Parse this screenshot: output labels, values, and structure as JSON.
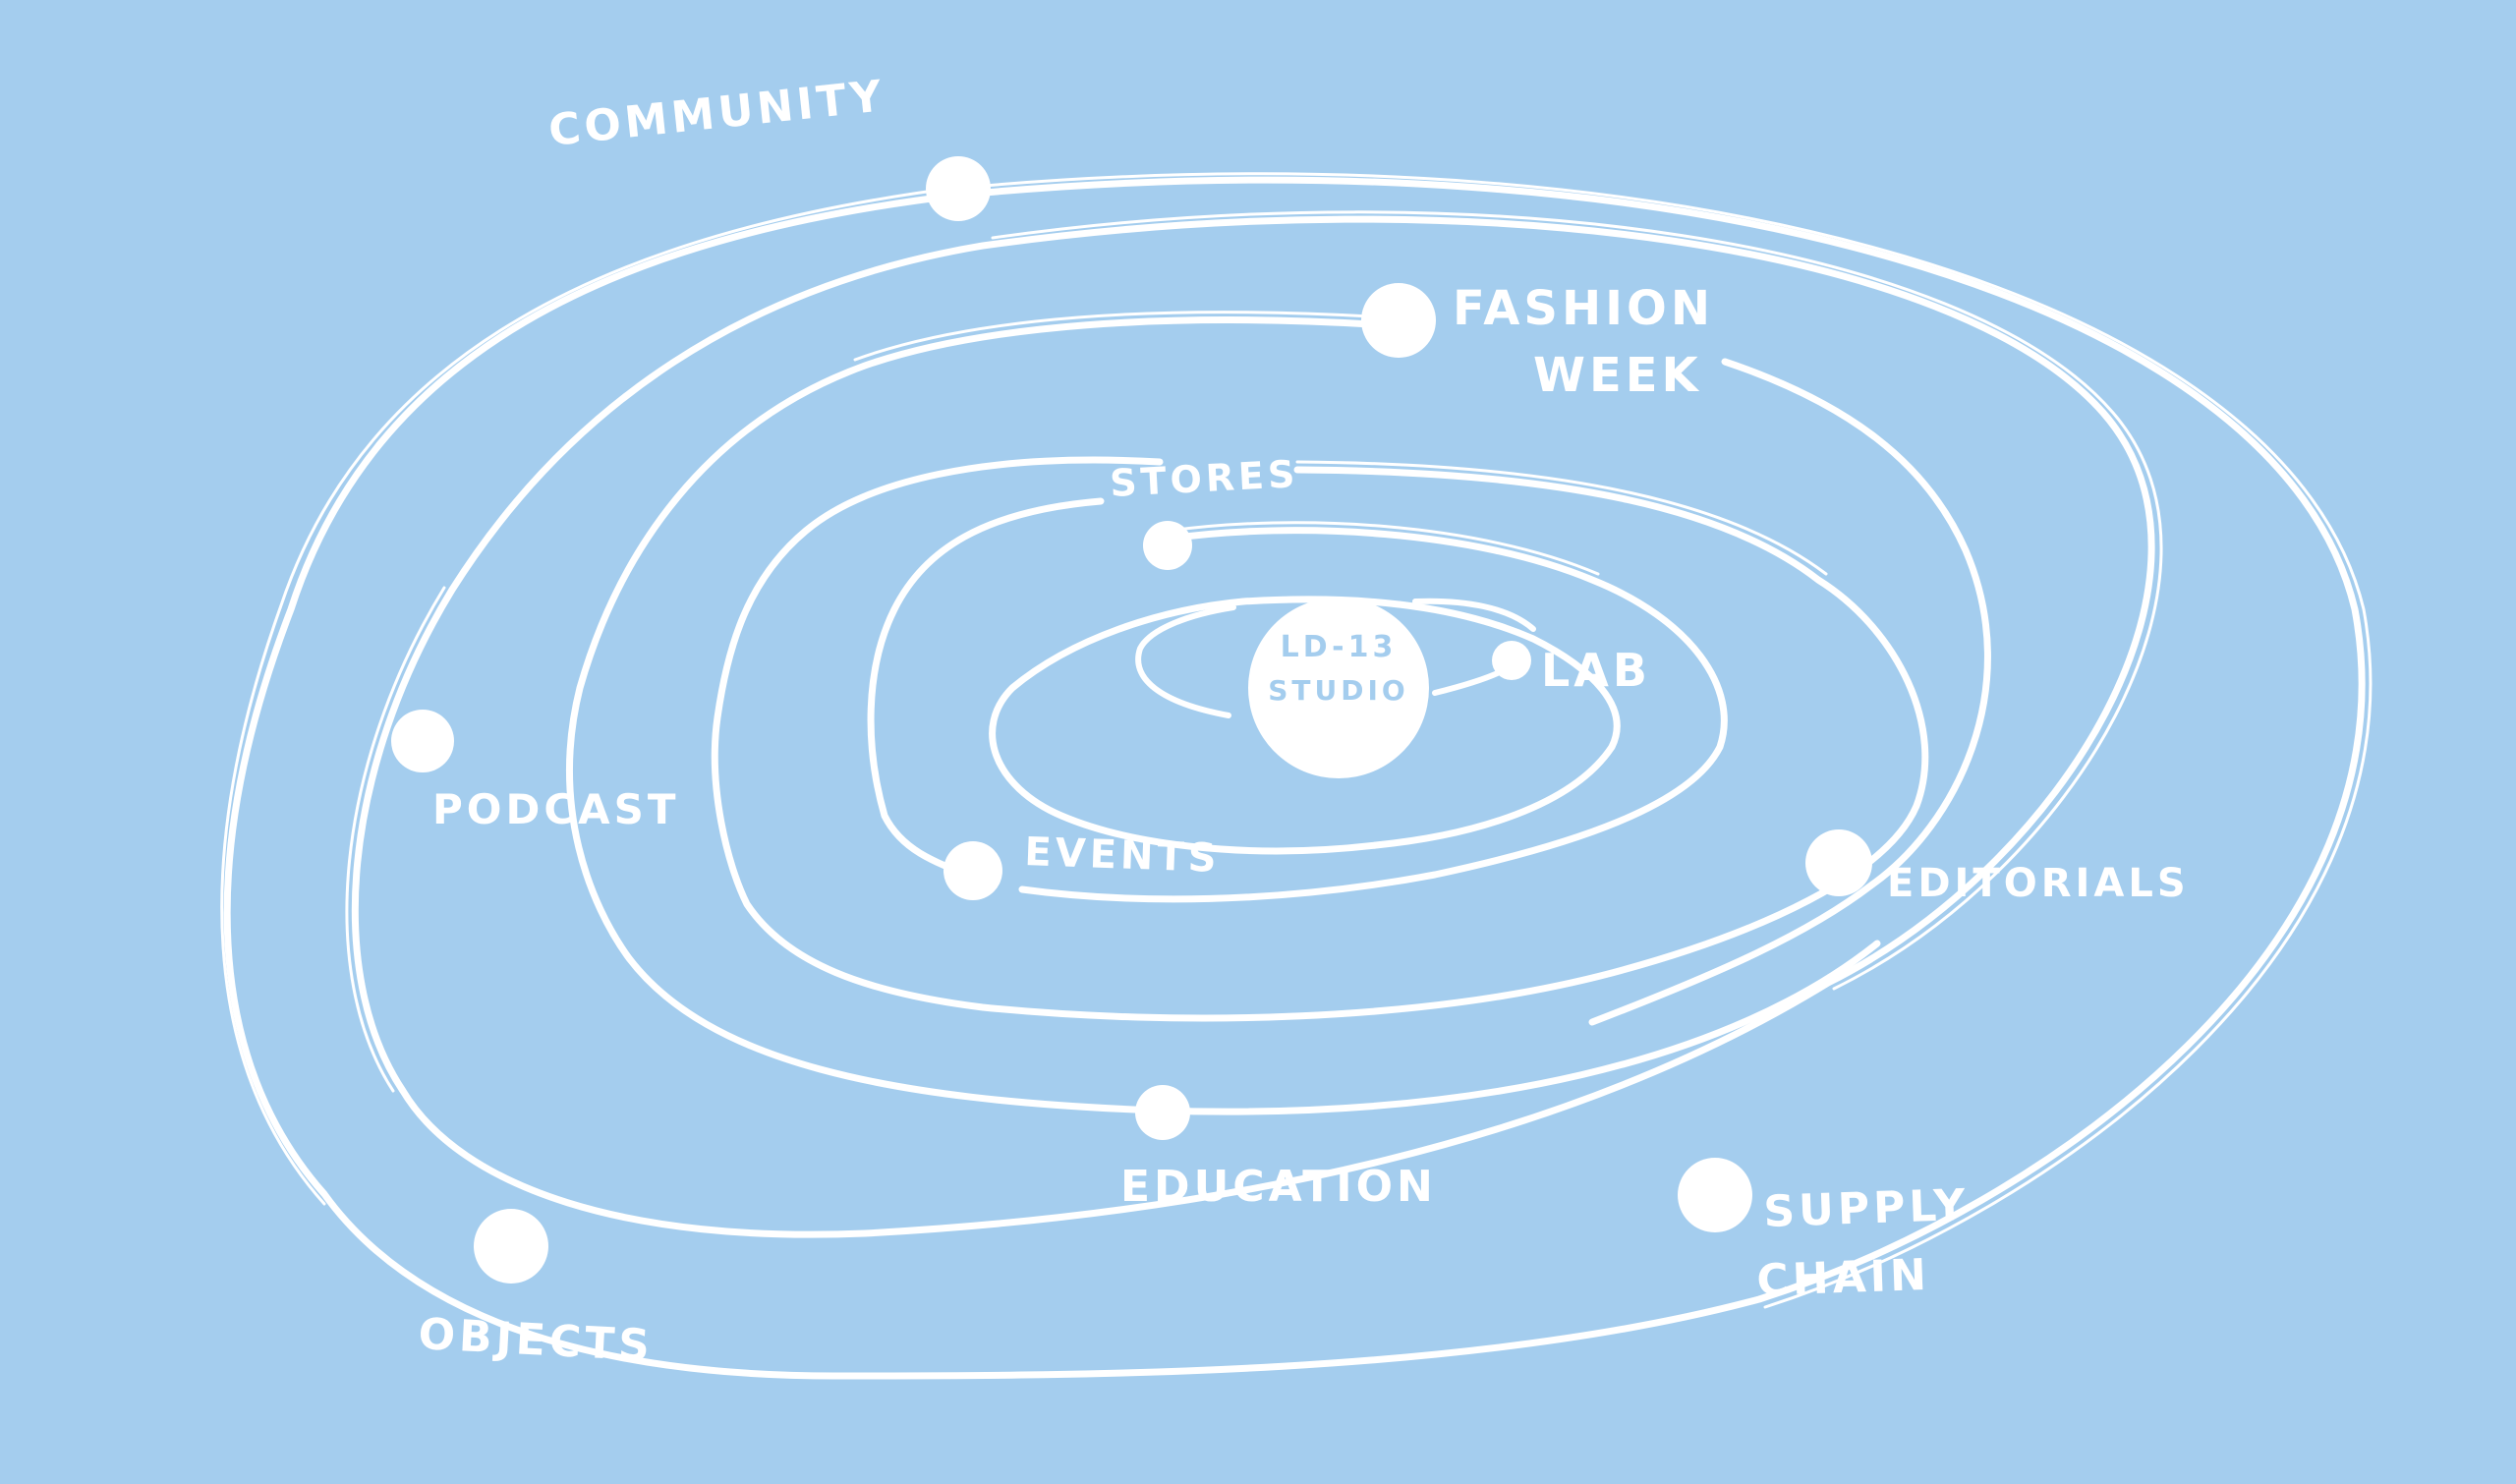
{
  "diagram": {
    "center": {
      "line1": "LD-13",
      "line2": "STUDIO"
    },
    "labels": {
      "community": "COMMUNITY",
      "fashion_week_1": "FASHION",
      "fashion_week_2": "WEEK",
      "stores": "STORES",
      "lab": "LAB",
      "events": "EVENTS",
      "podcast": "PODCAST",
      "editorials": "EDITORIALS",
      "education": "EDUCATION",
      "supply_chain_1": "SUPPLY",
      "supply_chain_2": "CHAIN",
      "objects": "OBJECTS"
    },
    "colors": {
      "background": "#a4cdee",
      "ink": "#ffffff"
    }
  }
}
